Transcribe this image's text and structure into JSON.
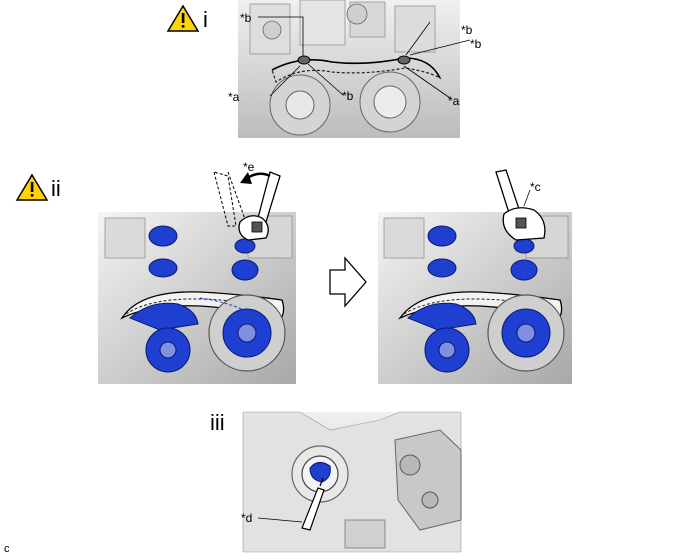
{
  "steps": {
    "i": "i",
    "ii": "ii",
    "iii": "iii"
  },
  "callouts": {
    "a": "*a",
    "b": "*b",
    "c": "*c",
    "d": "*d",
    "e": "*e"
  },
  "corner_label": "c",
  "icons": {
    "caution": "warning-triangle-icon",
    "arrow": "right-arrow-icon"
  },
  "colors": {
    "warning_fill": "#ffd400",
    "part_blue": "#1f3fd0",
    "metal_light": "#e6e6e6",
    "metal_mid": "#c8c8c8",
    "metal_dark": "#8c8c8c"
  }
}
